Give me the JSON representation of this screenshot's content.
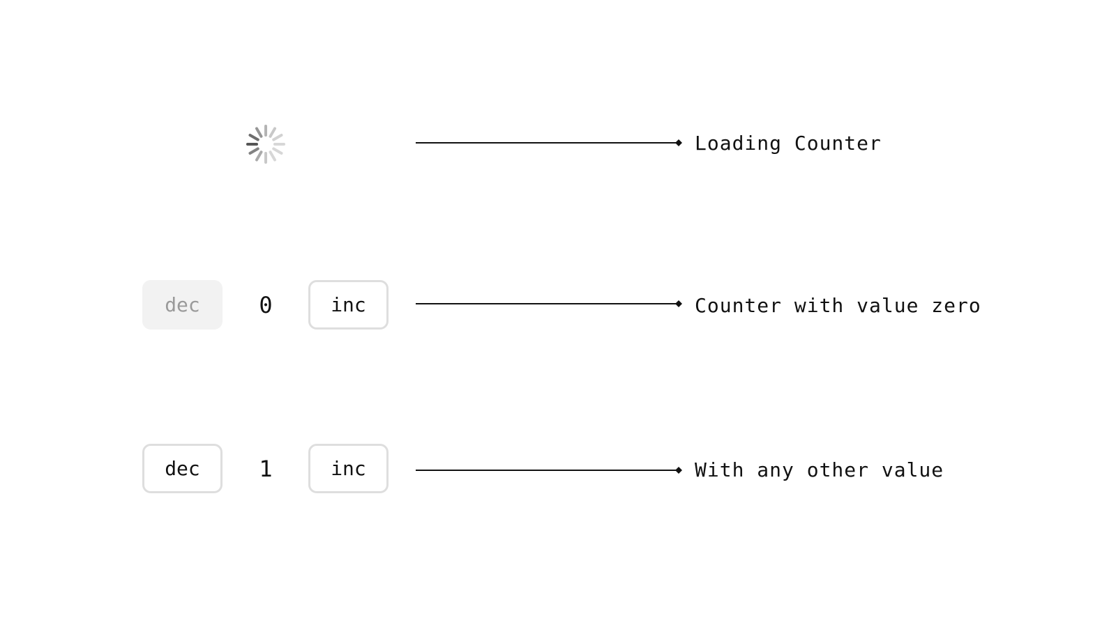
{
  "examples": [
    {
      "state": "loading",
      "label": "Loading Counter"
    },
    {
      "state": "zero",
      "dec_label": "dec",
      "dec_disabled": true,
      "value": "0",
      "inc_label": "inc",
      "label": "Counter with value zero"
    },
    {
      "state": "other",
      "dec_label": "dec",
      "dec_disabled": false,
      "value": "1",
      "inc_label": "inc",
      "label": "With any other value"
    }
  ],
  "icons": {
    "spinner": "loading-spinner-icon",
    "connector": "arrow-diamond-connector"
  },
  "colors": {
    "text": "#111111",
    "button_border": "#dedede",
    "disabled_background": "#f2f2f2",
    "disabled_text": "#9a9a9a",
    "spinner_dark": "#555555",
    "spinner_light": "#d9d9d9"
  }
}
